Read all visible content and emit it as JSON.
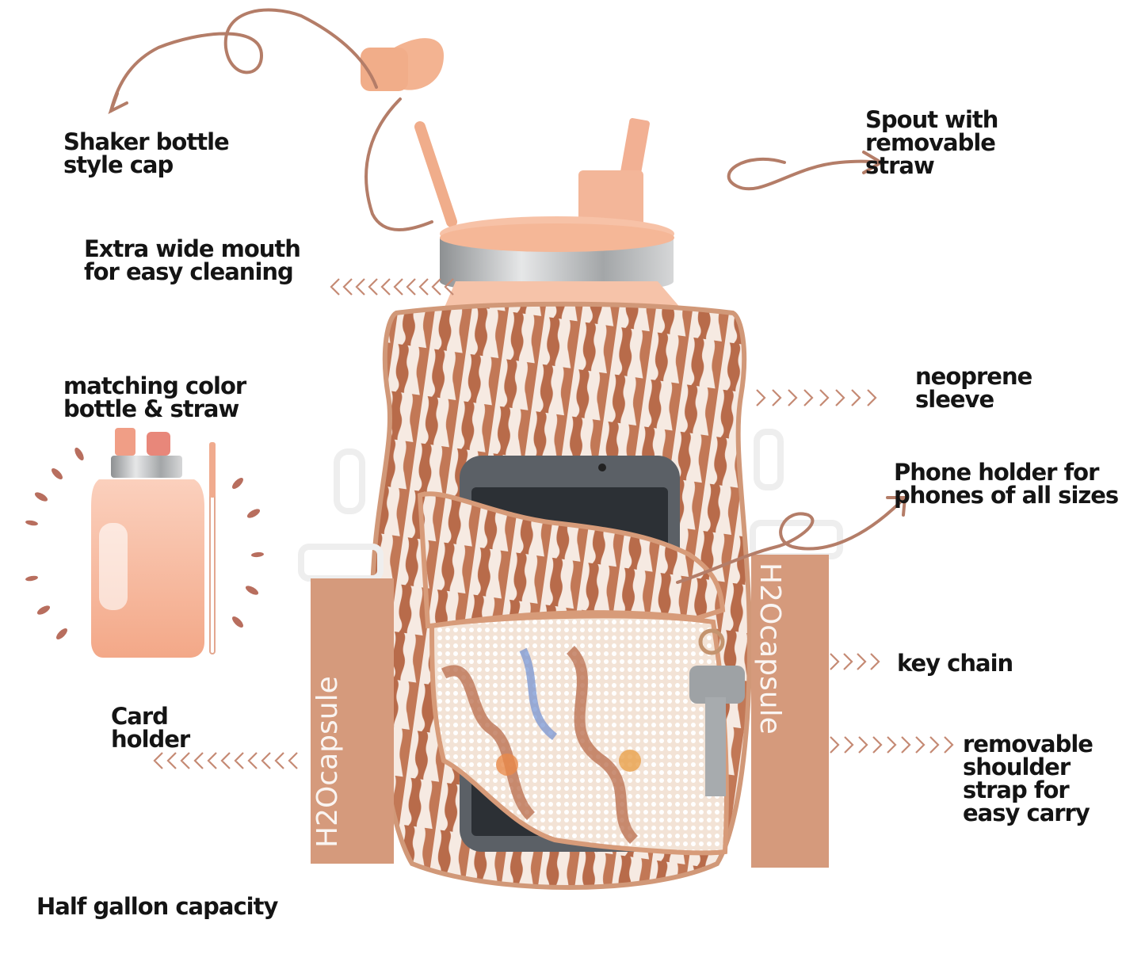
{
  "labels": {
    "shaker_cap": "Shaker bottle\nstyle cap",
    "spout": "Spout with\nremovable\nstraw",
    "wide_mouth": "Extra wide mouth\nfor easy cleaning",
    "matching_color": "matching color\nbottle & straw",
    "neoprene": "neoprene\nsleeve",
    "phone_holder": "Phone holder for\nphones of all sizes",
    "key_chain": "key chain",
    "card_holder": "Card\nholder",
    "shoulder_strap": "removable\nshoulder\nstrap for\neasy carry",
    "capacity": "Half gallon capacity"
  },
  "brand": {
    "strap_text": "H2Ocapsule"
  },
  "colors": {
    "accent": "#c8896c",
    "strap": "#d59a7c",
    "text": "#141414",
    "peach": "#f5b79a",
    "steel": "#b9bcbe"
  }
}
